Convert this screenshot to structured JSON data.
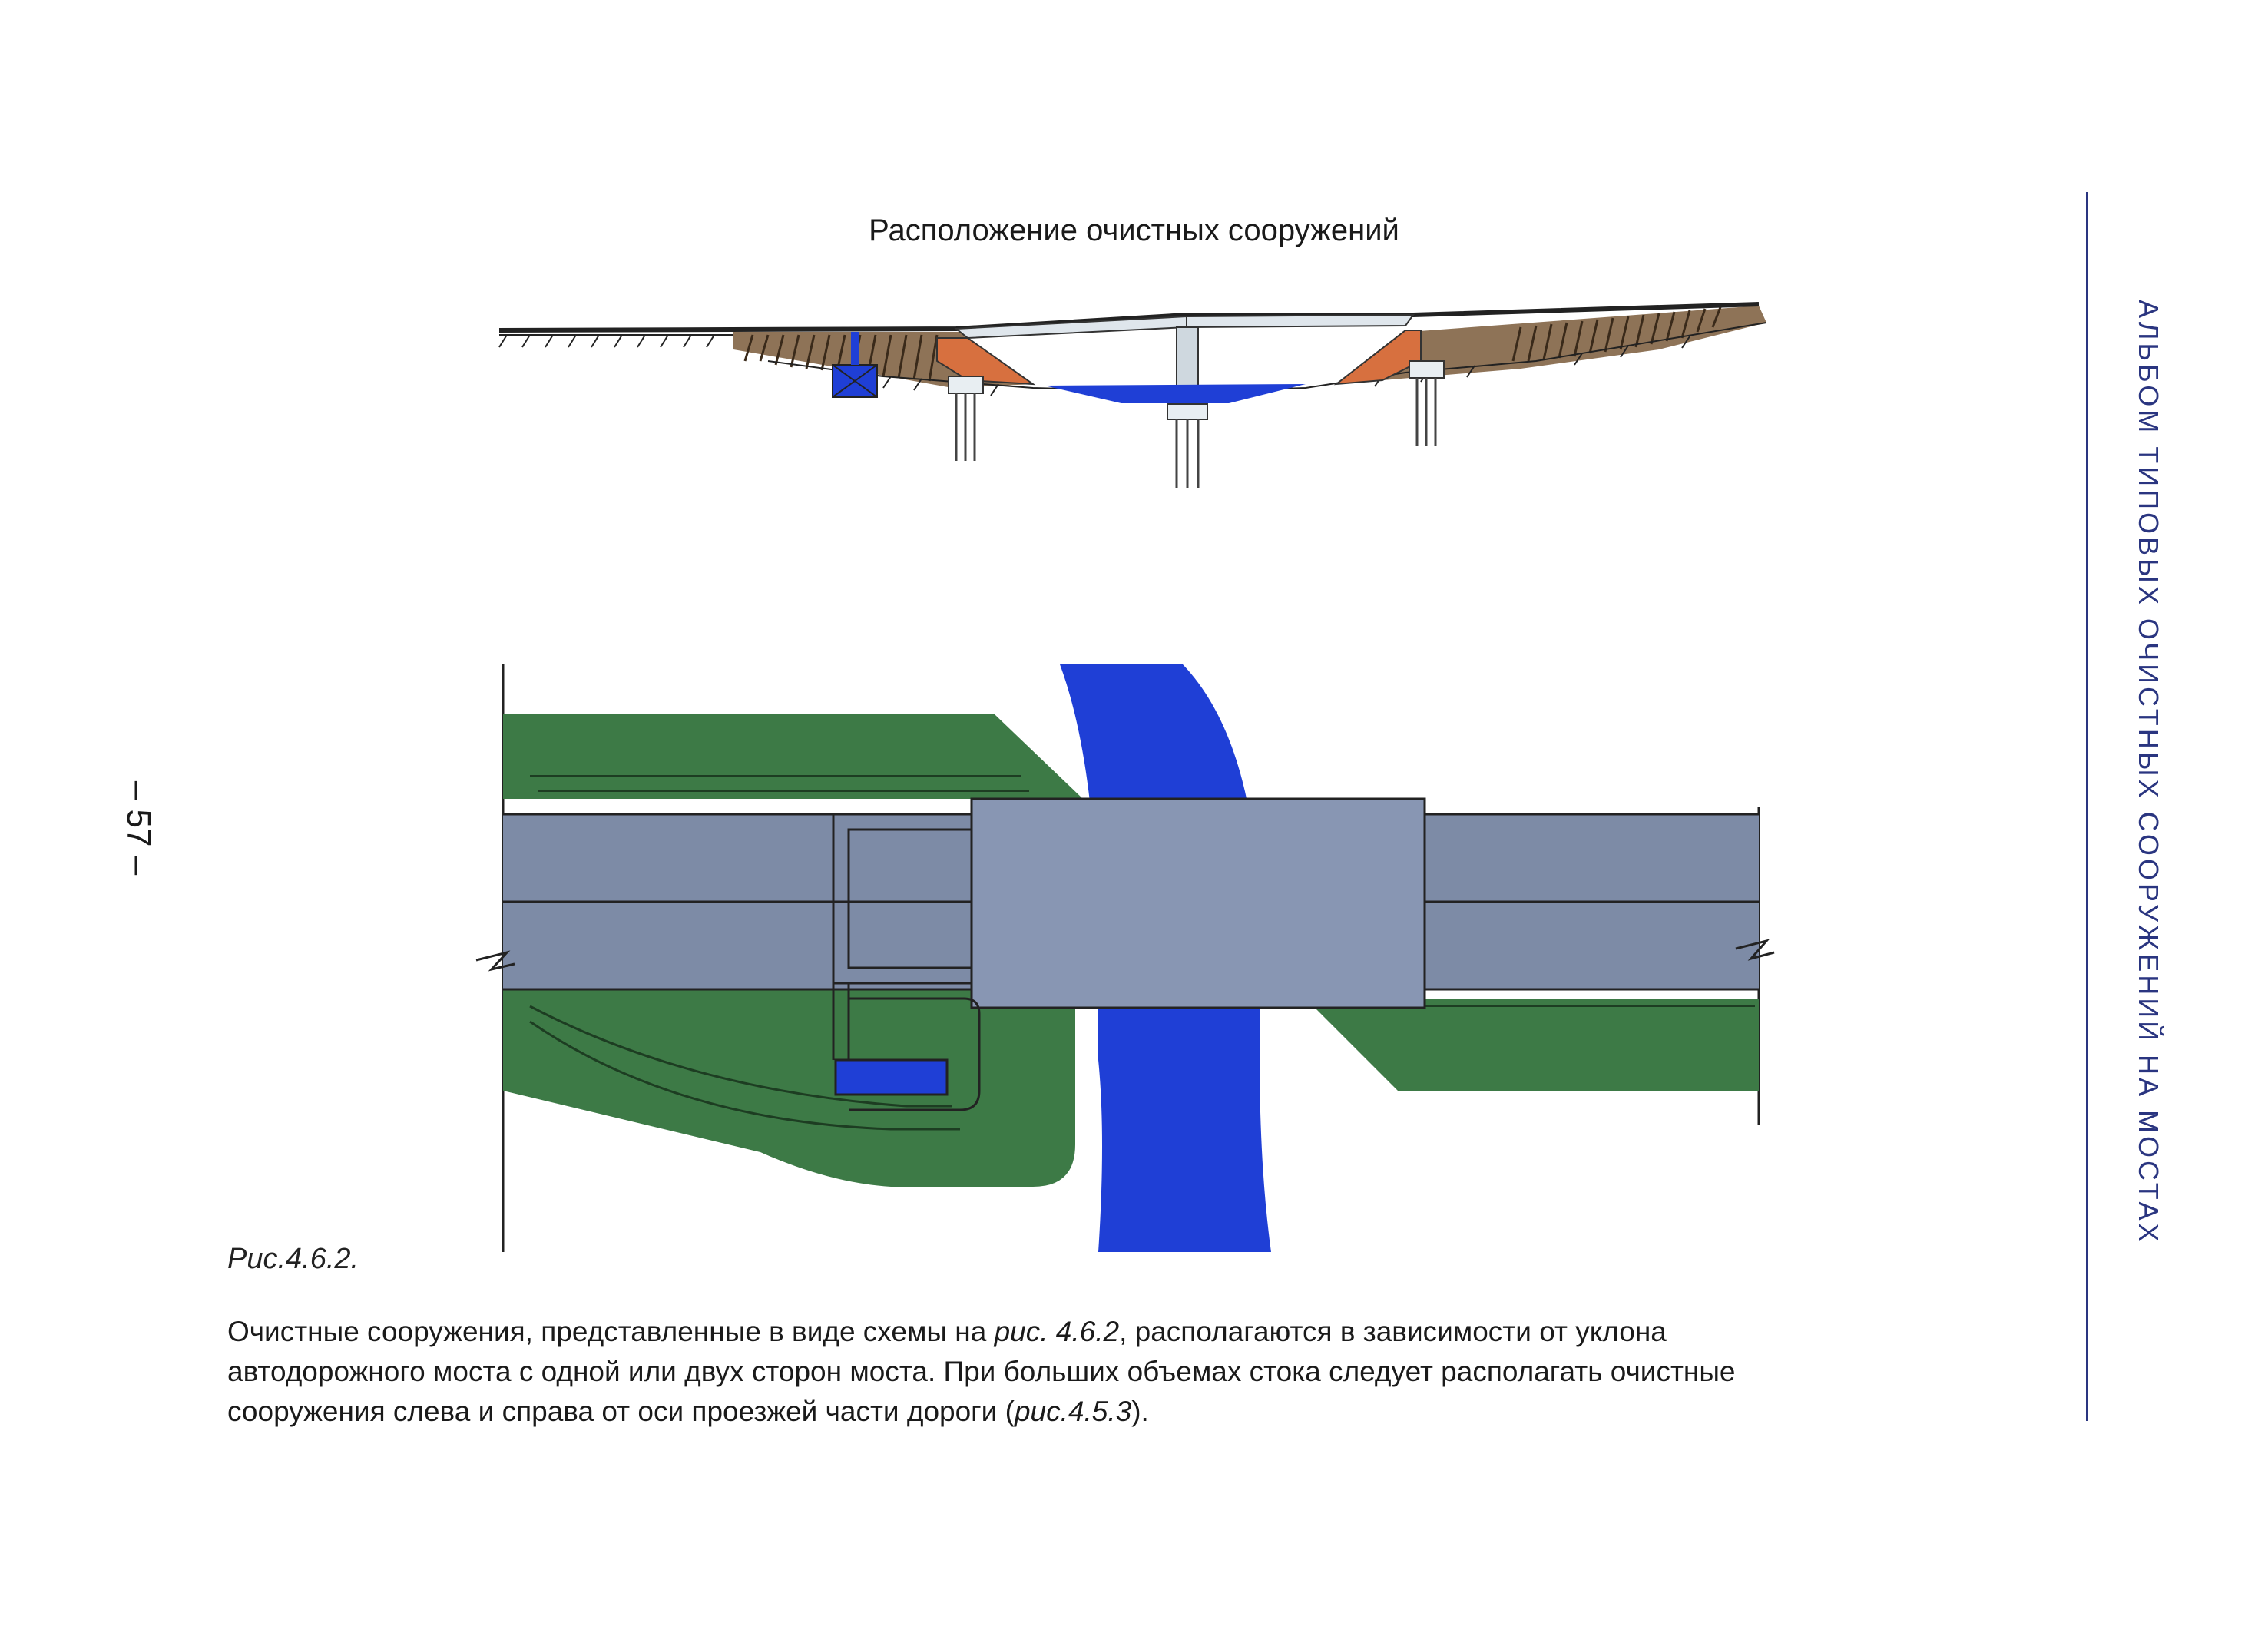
{
  "title": "Расположение очистных сооружений",
  "page_number": "– 57 –",
  "side_title": "Альбом типовых очистных сооружений на мостах",
  "figure_caption": "Рис.4.6.2.",
  "paragraph": {
    "part1": "Очистные сооружения, представленные в виде схемы на ",
    "ref1": "рис. 4.6.2",
    "part2": ", располагаются в зависимости от уклона автодорожного моста с одной или двух сторон моста. При больших объемах стока следует располагать очистные сооружения слева и справа от оси проезжей части дороги (",
    "ref2": "рис.4.5.3",
    "part3": ")."
  },
  "colors": {
    "embankment_green": "#3d7a46",
    "road_grey": "#7d8ba6",
    "water_blue": "#1f3fd6",
    "abutment_orange": "#d7703f",
    "accent_navy": "#2a3580"
  }
}
